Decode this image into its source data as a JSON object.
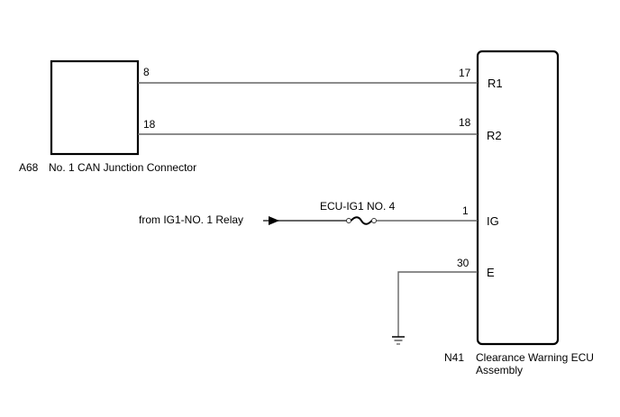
{
  "connectors": {
    "a68": {
      "code": "A68",
      "name": "No. 1 CAN Junction Connector",
      "pins": [
        "8",
        "18"
      ]
    },
    "n41": {
      "code": "N41",
      "name_line1": "Clearance Warning ECU",
      "name_line2": "Assembly",
      "terminals": [
        {
          "pin": "17",
          "signal": "R1"
        },
        {
          "pin": "18",
          "signal": "R2"
        },
        {
          "pin": "1",
          "signal": "IG"
        },
        {
          "pin": "30",
          "signal": "E"
        }
      ]
    }
  },
  "power_source": "from IG1-NO. 1 Relay",
  "fuse": "ECU-IG1 NO. 4",
  "colors": {
    "wire": "#666666",
    "outline": "#000000"
  }
}
